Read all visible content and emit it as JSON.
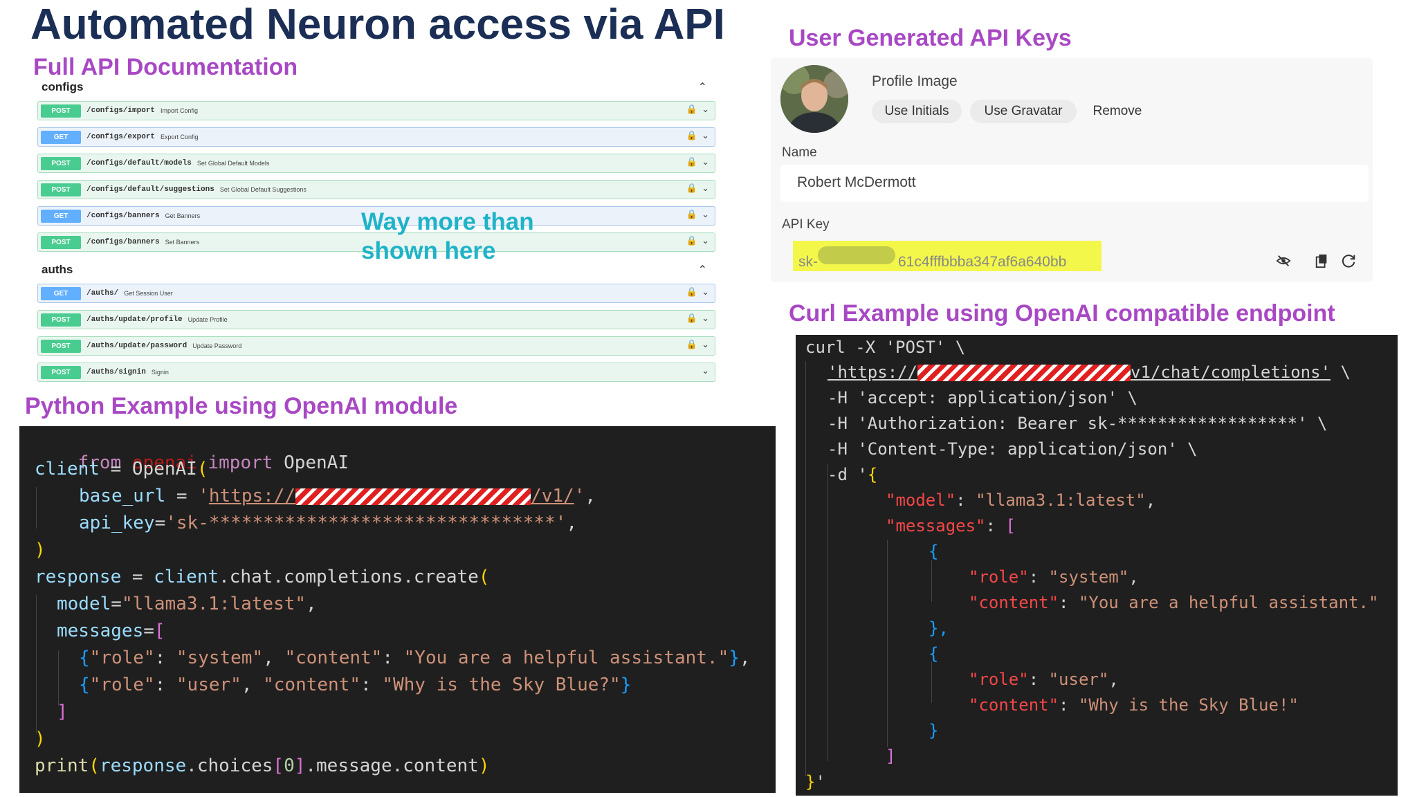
{
  "title": "Automated Neuron access via API",
  "headings": {
    "docs": "Full API Documentation",
    "keys": "User Generated API Keys",
    "curl": "Curl Example using OpenAI compatible endpoint",
    "python": "Python Example using OpenAI module"
  },
  "callout": [
    "Way more than",
    "shown here"
  ],
  "api_docs": {
    "sections": [
      {
        "name": "configs",
        "endpoints": [
          {
            "method": "POST",
            "path": "/configs/import",
            "desc": "Import Config"
          },
          {
            "method": "GET",
            "path": "/configs/export",
            "desc": "Export Config"
          },
          {
            "method": "POST",
            "path": "/configs/default/models",
            "desc": "Set Global Default Models"
          },
          {
            "method": "POST",
            "path": "/configs/default/suggestions",
            "desc": "Set Global Default Suggestions"
          },
          {
            "method": "GET",
            "path": "/configs/banners",
            "desc": "Get Banners"
          },
          {
            "method": "POST",
            "path": "/configs/banners",
            "desc": "Set Banners"
          }
        ]
      },
      {
        "name": "auths",
        "endpoints": [
          {
            "method": "GET",
            "path": "/auths/",
            "desc": "Get Session User"
          },
          {
            "method": "POST",
            "path": "/auths/update/profile",
            "desc": "Update Profile"
          },
          {
            "method": "POST",
            "path": "/auths/update/password",
            "desc": "Update Password"
          },
          {
            "method": "POST",
            "path": "/auths/signin",
            "desc": "Signin"
          }
        ]
      }
    ],
    "icons": {
      "lock": "lock-icon",
      "expand": "chevron-down-icon",
      "collapse": "chevron-up-icon"
    }
  },
  "profile": {
    "profile_image_label": "Profile Image",
    "buttons": [
      "Use Initials",
      "Use Gravatar",
      "Remove"
    ],
    "name_label": "Name",
    "name_value": "Robert McDermott",
    "api_key_label": "API Key",
    "api_key_prefix": "sk-",
    "api_key_visible": "61c4fffbbba347af6a640bb",
    "icons": [
      "eye-off-icon",
      "copy-icon",
      "refresh-icon"
    ]
  },
  "code_colors": {
    "keyword": "#c586c0",
    "var": "#9cdcfe",
    "string": "#ce9178",
    "text": "#d4d4d4",
    "bracket": "#ffd700",
    "bracket2": "#da70d6",
    "bracket3": "#179fff",
    "func": "#dcdcaa"
  },
  "python_code": {
    "l1": [
      "from",
      "openai",
      "import",
      "OpenAI"
    ],
    "l2": [
      "client",
      " = ",
      "OpenAI",
      "("
    ],
    "l3": [
      "base_url",
      " = ",
      "'",
      "https://",
      "/v1/",
      "'",
      ","
    ],
    "l4": [
      "api_key",
      "=",
      "'sk-********************************'",
      ","
    ],
    "l5": [
      ")"
    ],
    "l6": [
      "response",
      " = ",
      "client",
      ".chat.completions.create",
      "("
    ],
    "l7": [
      "model",
      "=",
      "\"llama3.1:latest\"",
      ","
    ],
    "l8": [
      "messages",
      "=",
      "["
    ],
    "l9": [
      "{",
      "\"role\"",
      ": ",
      "\"system\"",
      ", ",
      "\"content\"",
      ": ",
      "\"You are a helpful assistant.\"",
      "}",
      ","
    ],
    "l10": [
      "{",
      "\"role\"",
      ": ",
      "\"user\"",
      ", ",
      "\"content\"",
      ": ",
      "\"Why is the Sky Blue?\"",
      "}"
    ],
    "l11": [
      "]"
    ],
    "l12": [
      ")"
    ],
    "l13": [
      "print",
      "(",
      "response",
      ".choices",
      "[",
      "0",
      "]",
      ".message.content",
      ")"
    ]
  },
  "curl_code": {
    "l1": "curl -X 'POST' \\",
    "l2": [
      "'https://",
      "v1/chat/completions'",
      " \\"
    ],
    "l3": "-H 'accept: application/json' \\",
    "l4": "-H 'Authorization: Bearer sk-******************' \\",
    "l5": "-H 'Content-Type: application/json' \\",
    "l6": [
      "-d '",
      "{"
    ],
    "l7": [
      "\"model\"",
      ": ",
      "\"llama3.1:latest\"",
      ","
    ],
    "l8": [
      "\"messages\"",
      ": ",
      "["
    ],
    "l9": "{",
    "l10": [
      "\"role\"",
      ": ",
      "\"system\"",
      ","
    ],
    "l11": [
      "\"content\"",
      ": ",
      "\"You are a helpful assistant.\""
    ],
    "l12": "},",
    "l13": "{",
    "l14": [
      "\"role\"",
      ": ",
      "\"user\"",
      ","
    ],
    "l15": [
      "\"content\"",
      ": ",
      "\"Why is the Sky Blue!\""
    ],
    "l16": "}",
    "l17": "]",
    "l18": [
      "}",
      "'"
    ]
  }
}
